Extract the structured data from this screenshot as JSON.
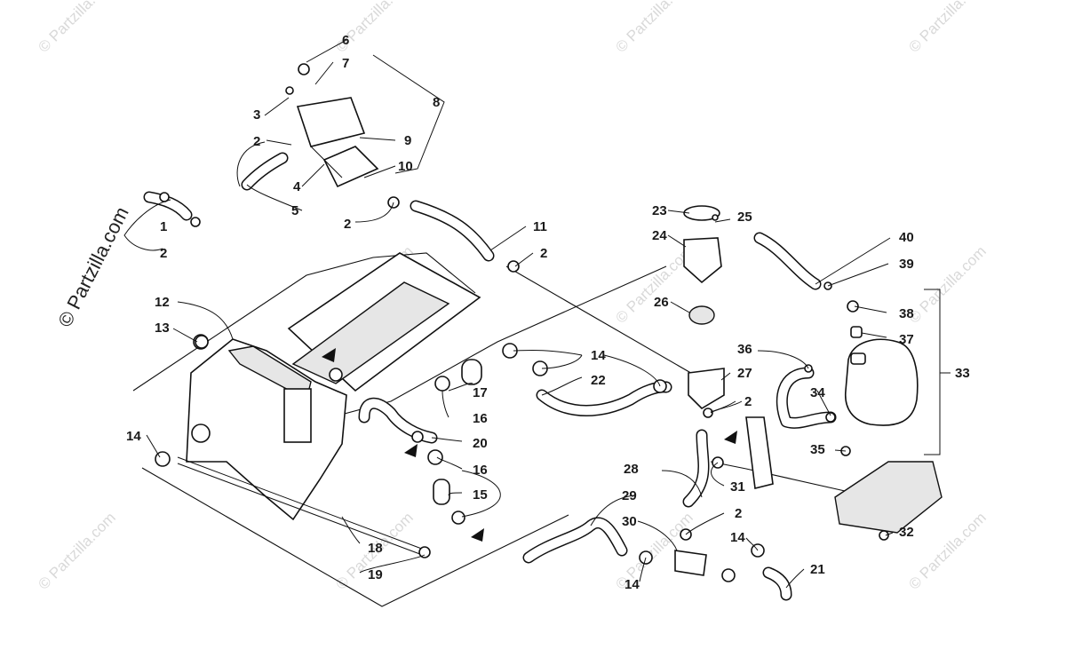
{
  "brand": "© Partzilla.com",
  "watermark": "© Partzilla.com",
  "callouts": [
    "1",
    "2",
    "2",
    "2",
    "2",
    "2",
    "2",
    "2",
    "2",
    "3",
    "4",
    "5",
    "6",
    "7",
    "8",
    "9",
    "10",
    "11",
    "12",
    "13",
    "14",
    "14",
    "14",
    "14",
    "14",
    "15",
    "16",
    "16",
    "17",
    "18",
    "19",
    "20",
    "21",
    "22",
    "23",
    "24",
    "25",
    "26",
    "27",
    "28",
    "29",
    "30",
    "31",
    "32",
    "33",
    "34",
    "35",
    "36",
    "37",
    "38",
    "39",
    "40"
  ]
}
